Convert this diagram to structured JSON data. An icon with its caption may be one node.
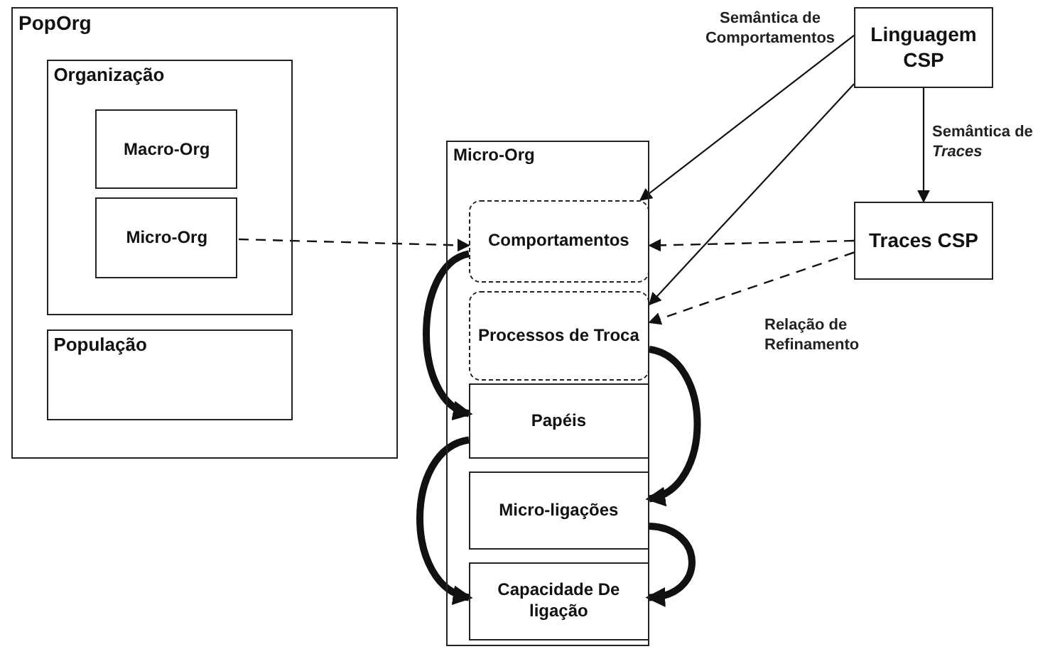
{
  "diagram": {
    "nodes": [
      {
        "text": [
          "PopOrg"
        ]
      },
      {
        "text": [
          "Organização"
        ],
        "in": 0
      },
      {
        "text": [
          "Macro-Org"
        ],
        "in": 1
      },
      {
        "text": [
          "Micro-Org"
        ],
        "in": 1
      },
      {
        "text": [
          "População"
        ],
        "in": 0
      },
      {
        "text": [
          "Micro-Org"
        ]
      },
      {
        "text": [
          "Comportamentos"
        ],
        "in": 5
      },
      {
        "text": [
          "Processos de Troca"
        ],
        "in": 5
      },
      {
        "text": [
          "Papéis"
        ],
        "in": 5
      },
      {
        "text": [
          "Micro-ligações"
        ],
        "in": 5
      },
      {
        "text": [
          "Capacidade De ligação"
        ],
        "in": 5
      },
      {
        "text": [
          "Linguagem CSP"
        ]
      },
      {
        "text": [
          "Traces CSP"
        ]
      }
    ],
    "edges": [
      {
        "from": 3,
        "to": 6,
        "arrow": "to",
        "style": "dashed"
      },
      {
        "from": 11,
        "to": 6,
        "arrow": "to",
        "label": "Semântica de Comportamentos"
      },
      {
        "from": 11,
        "to": 7,
        "arrow": "to"
      },
      {
        "from": 11,
        "to": 12,
        "arrow": "to",
        "label": "Semântica de *Traces*"
      },
      {
        "from": 12,
        "to": 6,
        "arrow": "to",
        "style": "dashed"
      },
      {
        "from": 12,
        "to": 7,
        "arrow": "to",
        "style": "dashed",
        "label": "Relação de Refinamento"
      },
      {
        "from": 6,
        "to": 8,
        "arrow": "to",
        "style": "thick"
      },
      {
        "from": 7,
        "to": 9,
        "arrow": "to",
        "style": "thick"
      },
      {
        "from": 8,
        "to": 10,
        "arrow": "to",
        "style": "thick"
      },
      {
        "from": 9,
        "to": 10,
        "arrow": "to",
        "style": "thick"
      }
    ]
  }
}
